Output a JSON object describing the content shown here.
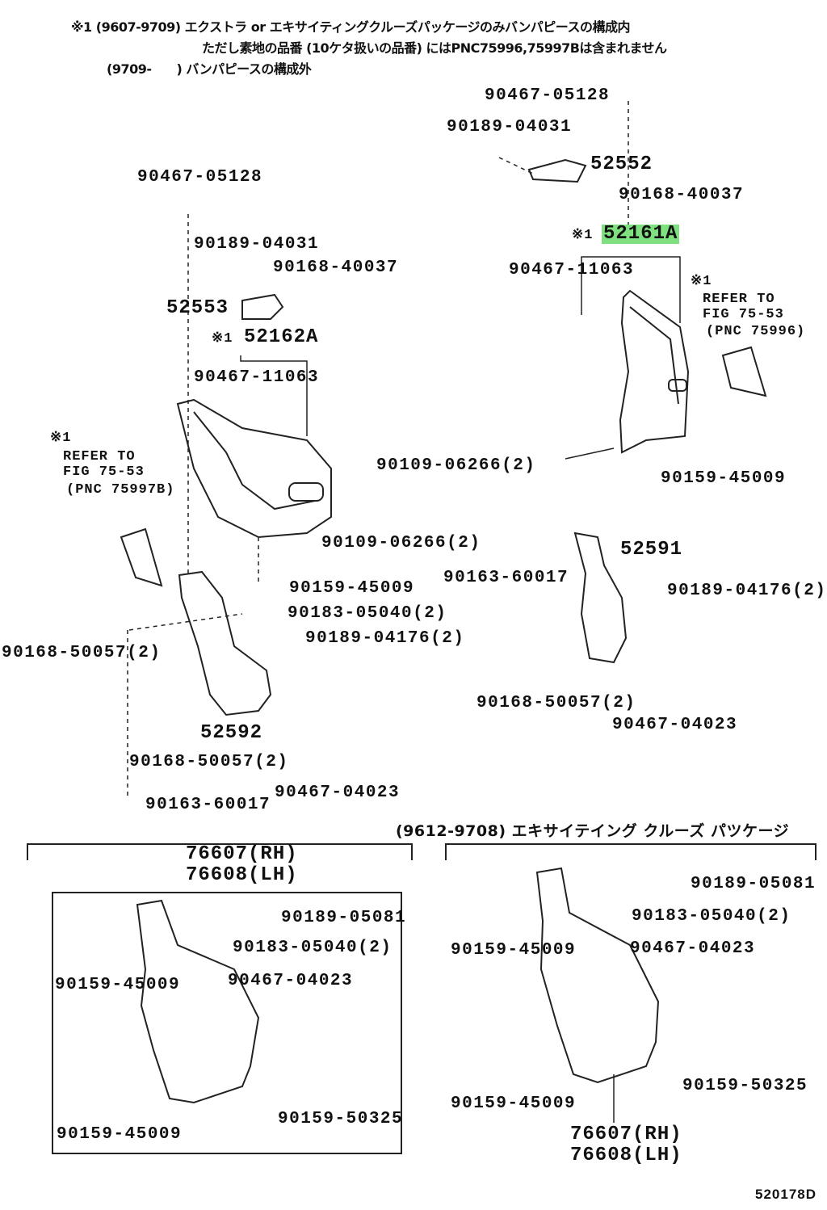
{
  "notes": {
    "line1": "※1 (9607-9709) エクストラ or エキサイティングクルーズパッケージのみバンパピースの構成内",
    "line2": "ただし素地の品番 (10ケタ扱いの品番) にはPNC75996,75997Bは含まれません",
    "line3": "(9709-　　) バンパピースの構成外"
  },
  "labels": [
    "90467-05128",
    "90189-04031",
    "52552",
    "90168-40037",
    "※1",
    "52161A",
    "90467-11063",
    "※1",
    "REFER TO",
    "FIG 75-53",
    "(PNC 75996)",
    "90109-06266(2)",
    "90159-45009",
    "90467-05128",
    "90189-04031",
    "90168-40037",
    "52553",
    "※1",
    "52162A",
    "90467-11063",
    "※1",
    "REFER TO",
    "FIG 75-53",
    "(PNC 75997B)",
    "90109-06266(2)",
    "52591",
    "90163-60017",
    "90189-04176(2)",
    "90159-45009",
    "90183-05040(2)",
    "90168-50057(2)",
    "90189-04176(2)",
    "90168-50057(2)",
    "90467-04023",
    "52592",
    "90168-50057(2)",
    "90467-04023",
    "90163-60017",
    "(9612-9708)  エキサイテイング クルーズ パツケージ",
    "76607(RH)",
    "76608(LH)",
    "90189-05081",
    "90183-05040(2)",
    "90159-45009",
    "90467-04023",
    "90159-50325",
    "90159-45009",
    "90189-05081",
    "90183-05040(2)",
    "90159-45009",
    "90467-04023",
    "90159-50325",
    "90159-45009",
    "76607(RH)",
    "76608(LH)",
    "520178D"
  ],
  "highlight_color": "#7fe07f"
}
